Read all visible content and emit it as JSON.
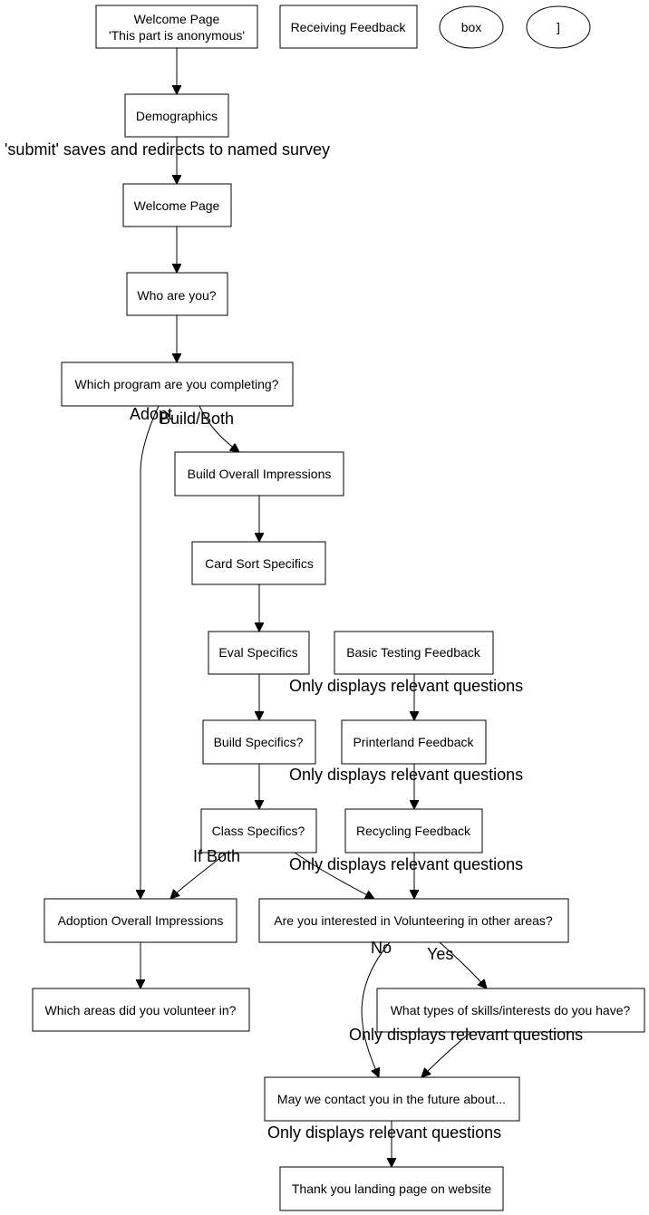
{
  "nodes": {
    "welcome_anon": [
      "Welcome Page",
      "'This part is anonymous'"
    ],
    "receiving_feedback": "Receiving Feedback",
    "box_node": "box",
    "bracket_node": "]",
    "demographics": "Demographics",
    "welcome": "Welcome Page",
    "who_are_you": "Who are you?",
    "which_program": "Which program are you completing?",
    "build_overall": "Build Overall Impressions",
    "card_sort": "Card Sort Specifics",
    "eval_specifics": "Eval Specifics",
    "basic_testing": "Basic Testing Feedback",
    "build_specifics": "Build Specifics?",
    "printerland": "Printerland Feedback",
    "class_specifics": "Class Specifics?",
    "recycling": "Recycling Feedback",
    "adoption_overall": "Adoption Overall Impressions",
    "volunteering_other": "Are you interested in Volunteering in other areas?",
    "which_areas": "Which areas did you volunteer in?",
    "skills_interests": "What types of skills/interests do you have?",
    "may_we_contact": "May we contact you in the future about...",
    "thank_you": "Thank you landing page on website"
  },
  "edge_labels": {
    "submit_saves": "'submit' saves and redirects to named survey",
    "adopt": "Adopt",
    "build_both": "Build/Both",
    "only_relevant_1": "Only displays relevant questions",
    "only_relevant_2": "Only displays relevant questions",
    "only_relevant_3": "Only displays relevant questions",
    "if_both": "If Both",
    "no": "No",
    "yes": "Yes",
    "only_relevant_4": "Only displays relevant questions",
    "only_relevant_5": "Only displays relevant questions"
  }
}
